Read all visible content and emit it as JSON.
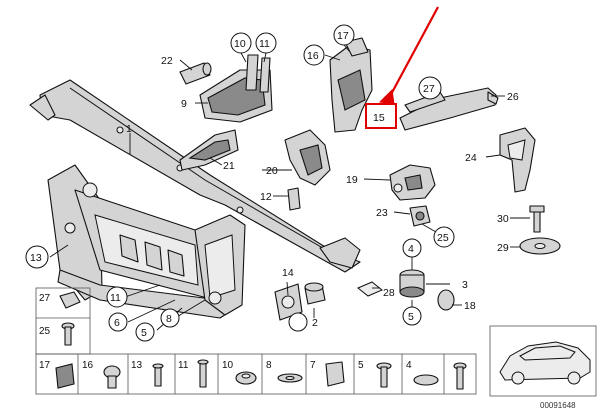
{
  "callouts": {
    "c1": "1",
    "c2": "2",
    "c3": "3",
    "c4": "4",
    "c5": "5",
    "c5b": "5",
    "c6": "6",
    "c8": "8",
    "c9": "9",
    "c10": "10",
    "c11": "11",
    "c11b": "11",
    "c12": "12",
    "c13": "13",
    "c14": "14",
    "c15": "15",
    "c16": "16",
    "c17": "17",
    "c18": "18",
    "c19": "19",
    "c20": "20",
    "c21": "21",
    "c22": "22",
    "c23": "23",
    "c24": "24",
    "c25": "25",
    "c26": "26",
    "c27": "27",
    "c28": "28",
    "c29": "29",
    "c30": "30"
  },
  "side_column": {
    "c27": "27",
    "c25": "25"
  },
  "bottom_strip": [
    "17",
    "16",
    "13",
    "11",
    "10",
    "8",
    "7",
    "5",
    "4"
  ],
  "reference_number": "00091648",
  "highlight": {
    "color": "#e00000",
    "part": "15"
  }
}
